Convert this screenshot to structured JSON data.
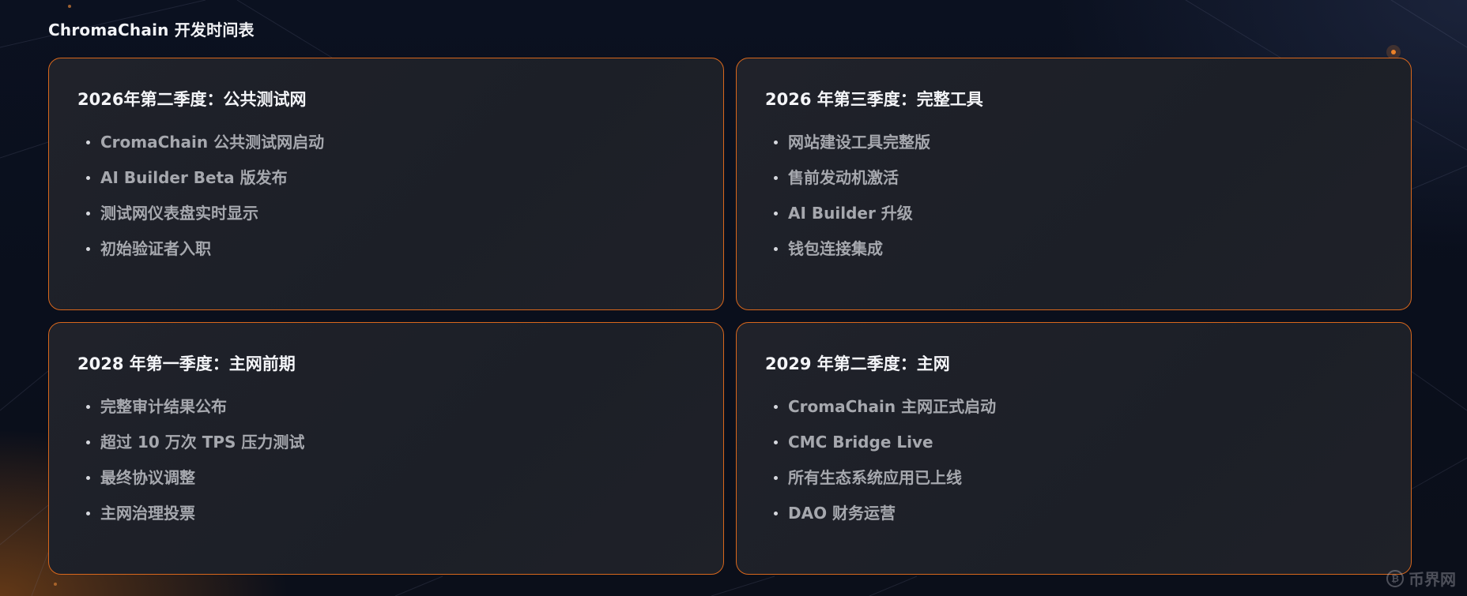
{
  "page": {
    "title": "ChromaChain 开发时间表"
  },
  "colors": {
    "accent_border": "#d8671c",
    "card_bg": "#1f2129",
    "background": "#0a0f1c",
    "title_text": "#f4f5f8",
    "item_text": "#a6a8ae"
  },
  "cards": [
    {
      "title": "2026年第二季度：公共测试网",
      "items": [
        "CromaChain 公共测试网启动",
        "AI Builder Beta 版发布",
        "测试网仪表盘实时显示",
        "初始验证者入职"
      ]
    },
    {
      "title": "2026 年第三季度：完整工具",
      "items": [
        "网站建设工具完整版",
        "售前发动机激活",
        "AI Builder 升级",
        "钱包连接集成"
      ]
    },
    {
      "title": "2028 年第一季度：主网前期",
      "items": [
        "完整审计结果公布",
        "超过 10 万次 TPS 压力测试",
        "最终协议调整",
        "主网治理投票"
      ]
    },
    {
      "title": "2029 年第二季度：主网",
      "items": [
        "CromaChain 主网正式启动",
        "CMC Bridge Live",
        "所有生态系统应用已上线",
        "DAO 财务运营"
      ]
    }
  ],
  "watermark": {
    "icon": "bitcoin-coin-icon",
    "text": "币界网"
  }
}
